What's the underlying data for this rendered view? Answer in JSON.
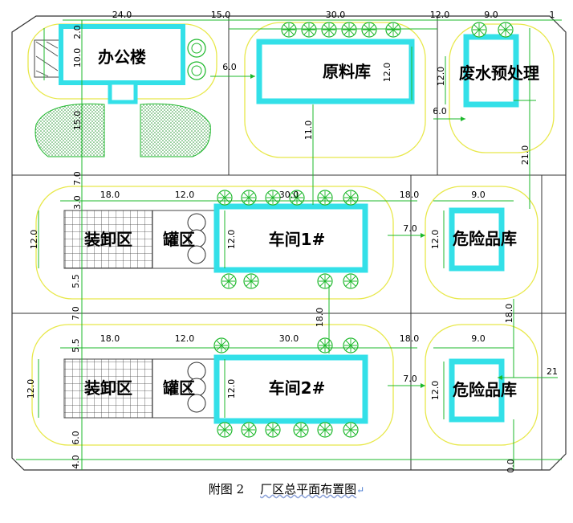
{
  "buildings": {
    "office": "办公楼",
    "raw_material": "原料库",
    "wastewater": "废水预处理",
    "loading_1": "装卸区",
    "tank_1": "罐区",
    "workshop_1": "车间1#",
    "hazard_1": "危险品库",
    "loading_2": "装卸区",
    "tank_2": "罐区",
    "workshop_2": "车间2#",
    "hazard_2": "危险品库"
  },
  "dimensions": {
    "d24": "24.0",
    "d15a": "15.0",
    "d30a": "30.0",
    "d12a": "12.0",
    "d9a": "9.0",
    "d2": "2.0",
    "d10": "10.0",
    "d6a": "6.0",
    "d15b": "15.0",
    "d12b": "12.0",
    "d12c": "12.0",
    "d6b": "6.0",
    "d11": "11.0",
    "d21": "21.0",
    "d7a": "7.0",
    "d3": "3.0",
    "d18a": "18.0",
    "d12d": "12.0",
    "d30b": "30.0",
    "d18b": "18.0",
    "d9b": "9.0",
    "d12e": "12.0",
    "d12f": "12.0",
    "d7b": "7.0",
    "d12g": "12.0",
    "d55a": "5.5",
    "d7c": "7.0",
    "d18c": "18.0",
    "d18d": "18.0",
    "d55b": "5.5",
    "d18e": "18.0",
    "d12h": "12.0",
    "d30c": "30.0",
    "d18f": "18.0",
    "d9c": "9.0",
    "d12i": "12.0",
    "d12j": "12.0",
    "d7d": "7.0",
    "d12k": "12.0",
    "d21b": "21",
    "d6c": "6.0",
    "d4": "4.0",
    "d0": "0.0",
    "d1": "1"
  },
  "caption": {
    "number": "附图 2",
    "title": "厂区总平面布置图",
    "mark": "↵"
  },
  "colors": {
    "building": "#33e0e8",
    "green_line": "#1db82b",
    "yellow_line": "#e8e84a",
    "road_line": "#333333",
    "hatch": "#2f9b3a"
  }
}
